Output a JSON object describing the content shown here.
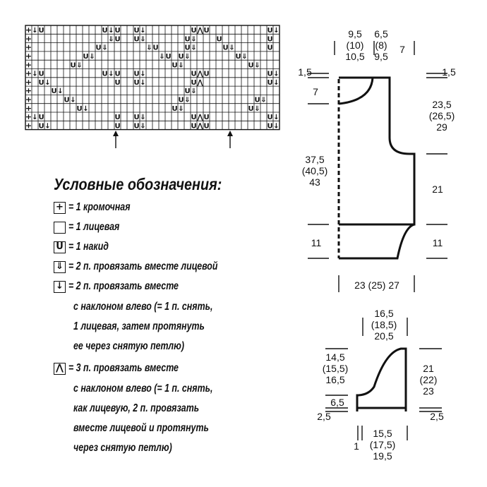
{
  "chart": {
    "symbols": {
      "E": "+",
      "K": "",
      "Y": "U",
      "R": "⇓",
      "L": "↓",
      "T": "⋀"
    },
    "rows": [
      "ELYKKKKKKKKKYLYKKYLKKKKKKKYTYKKKKKKKKKYL",
      "EKKKKKKKKKKKKRYKKYRKKKKKKYRKKKYKKKKKKKYK",
      "EKKKKKKKKKKYRKKKKKKRYKKKKYRKKKKYRKKKKKYK",
      "EKKKKKKKKYRKKKKKKKKKKRYKYRKKKKKKKYRKKKKK",
      "EKKKKKKYRKKKKKKKKKKKKKKYRKKKKKKKKKKYRKKK",
      "ELYKKKKKKKKKYLYKKYLKKKKKKKYTYKKKKKKKKKYL",
      "EKYLKKKKKKKKKKYKKYLKKKKKKKYTKKKKKKKKKKYL",
      "EKKKYLKKKKKKKKKKKKKKKKKKKYRKKKKKKKKKKKKK",
      "EKKKKKYLKKKKKKKKKKKKKKKKYRKKKKKKKKKKYRKK",
      "EKKKKKKKYLKKKKKKKKKKKKKYRKKKKKKKKKKYRKKK",
      "ELYKKKKKKKKKKKYKKYRKKKKKKKYTYKKKKKKKKKYL",
      "EKYLKKKKKKKKKKYKKYRKKKKKKKYTYKKKKKKKKKYL"
    ]
  },
  "legend": {
    "title": "Условные обозначения:",
    "items": [
      {
        "symbol": "+",
        "text": "= 1 кромочная"
      },
      {
        "symbol": "",
        "text": "= 1 лицевая"
      },
      {
        "symbol": "U",
        "text": "= 1 накид"
      },
      {
        "symbol": "⇓",
        "text": "= 2 п. провязать вместе лицевой"
      },
      {
        "symbol": "↓",
        "text": "= 2 п. провязать вместе",
        "cont": [
          "с наклоном влево (= 1 п. снять,",
          "1 лицевая, затем протянуть",
          "ее через снятую петлю)"
        ]
      },
      {
        "symbol": "⋀",
        "text": "= 3 п. провязать вместе",
        "cont": [
          "с наклоном влево (= 1 п. снять,",
          "как лицевую, 2 п. провязать",
          "вместе лицевой и протянуть",
          "через снятую петлю)"
        ]
      }
    ]
  },
  "body_dims": {
    "shoulder_top": [
      "9,5",
      "(10)",
      "10,5"
    ],
    "neck_top": [
      "6,5",
      "(8)",
      "9,5"
    ],
    "neck_depth": "7",
    "left_edge": "1,5",
    "right_edge": "1,5",
    "neck_side": "7",
    "armhole": [
      "23,5",
      "(26,5)",
      "29"
    ],
    "length": [
      "37,5",
      "(40,5)",
      "43"
    ],
    "side": "21",
    "hem_left": "11",
    "hem_right": "11",
    "width": "23 (25) 27"
  },
  "sleeve_dims": {
    "top": [
      "16,5",
      "(18,5)",
      "20,5"
    ],
    "cap_left": [
      "14,5",
      "(15,5)",
      "16,5"
    ],
    "cap_right": [
      "21",
      "(22)",
      "23"
    ],
    "cuff_left": "6,5",
    "edge_left": "2,5",
    "edge_right": "2,5",
    "bottom": [
      "15,5",
      "(17,5)",
      "19,5"
    ],
    "edge_bottom": "1"
  }
}
